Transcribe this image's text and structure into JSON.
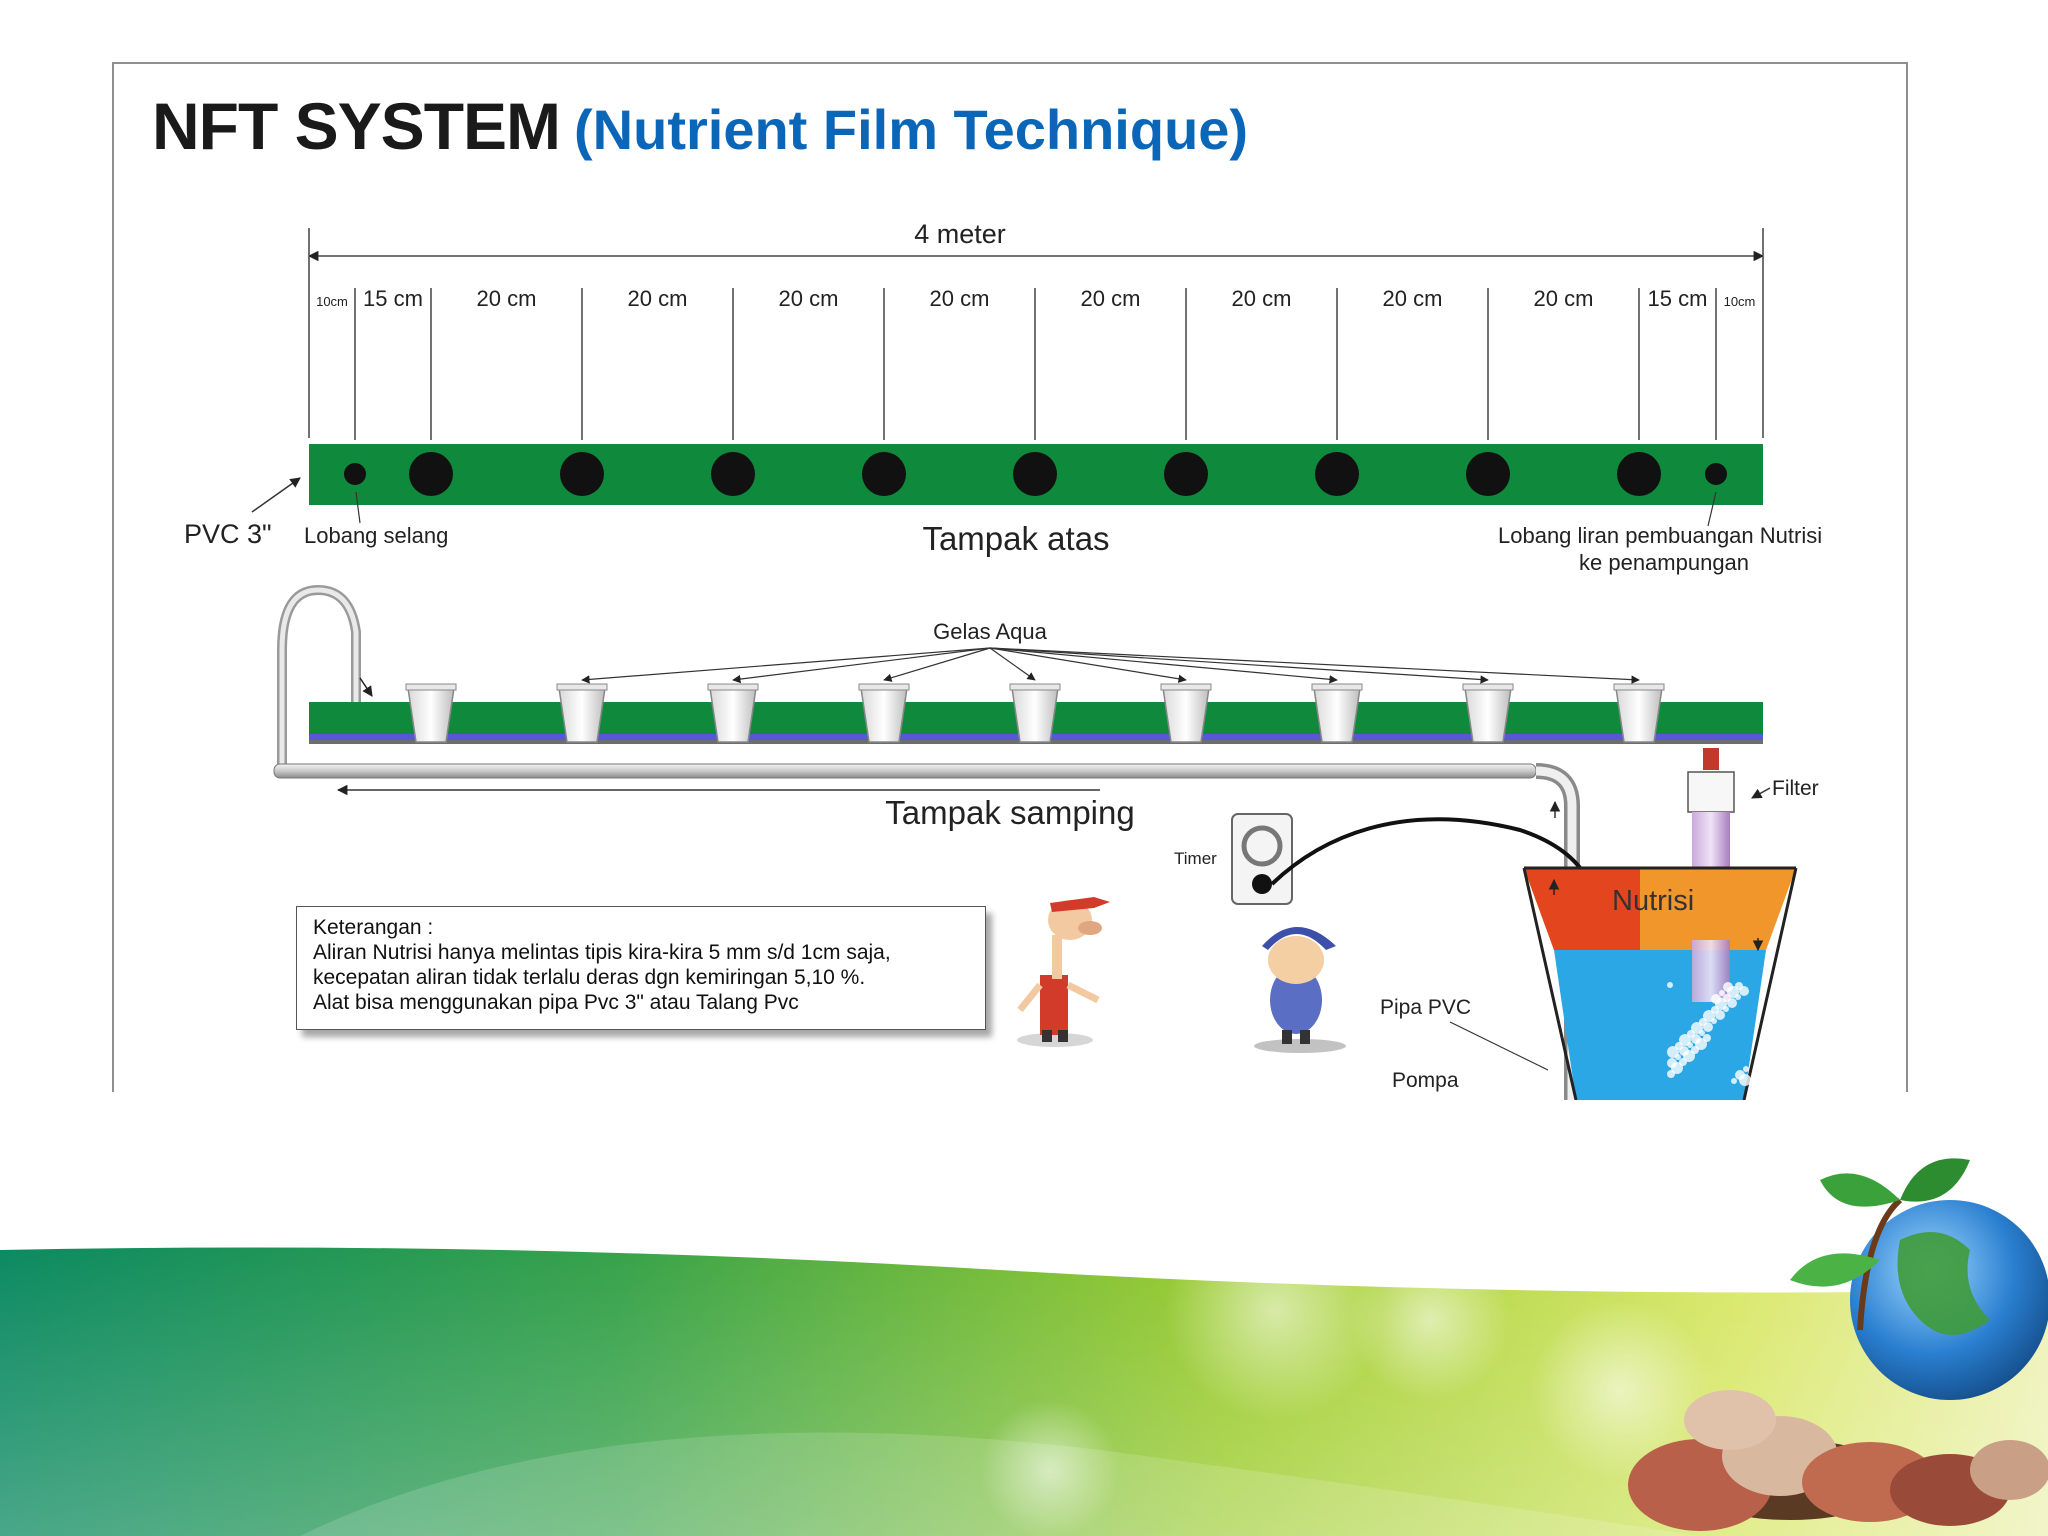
{
  "title": {
    "main": "NFT SYSTEM",
    "sub": "(Nutrient Film Technique)"
  },
  "top_view": {
    "total_length": "4 meter",
    "segments": [
      "10cm",
      "15 cm",
      "20 cm",
      "20 cm",
      "20 cm",
      "20 cm",
      "20 cm",
      "20 cm",
      "20 cm",
      "20 cm",
      "15 cm",
      "10cm"
    ],
    "caption": "Tampak atas",
    "pvc_label": "PVC 3\"",
    "hose_hole_label": "Lobang selang",
    "drain_label_line1": "Lobang liran pembuangan Nutrisi",
    "drain_label_line2": "ke penampungan"
  },
  "side_view": {
    "caption": "Tampak samping",
    "cups_label": "Gelas Aqua",
    "filter_label": "Filter",
    "timer_label": "Timer",
    "tank_label": "Nutrisi",
    "pipe_label": "Pipa PVC",
    "pump_label": "Pompa"
  },
  "note": {
    "heading": "Keterangan :",
    "line1": "Aliran Nutrisi hanya melintas tipis kira-kira 5 mm s/d 1cm saja,",
    "line2": "kecepatan aliran tidak terlalu deras dgn kemiringan 5,10 %.",
    "line3": "Alat bisa menggunakan pipa Pvc 3\" atau Talang Pvc"
  },
  "colors": {
    "title_accent": "#0b66b8",
    "pipe_green": "#0f8a3c",
    "tank_red": "#e2401f",
    "tank_orange": "#f0962a",
    "tank_blue": "#2aa7e4",
    "filter_purple": "#a77cc0"
  }
}
